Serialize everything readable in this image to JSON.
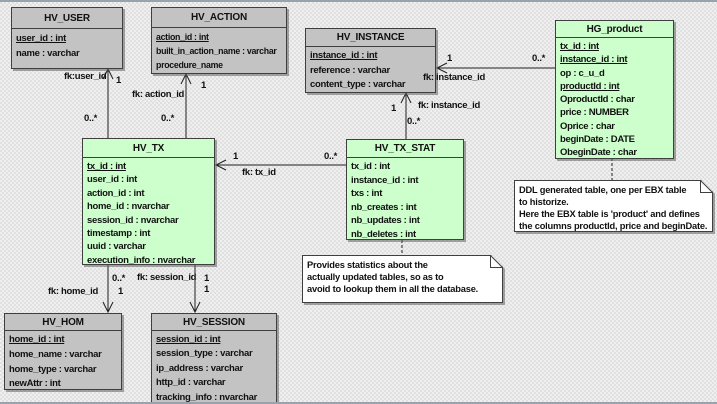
{
  "colors": {
    "table_gray": "#c3c3c3",
    "table_green": "#ccffcc",
    "note_bg": "#ffffff",
    "line": "#1f1f1f",
    "background": "#e0e0e0"
  },
  "tables": [
    {
      "name": "HV_USER",
      "fields": [
        {
          "text": "user_id : int",
          "pk": true
        },
        {
          "text": "name : varchar",
          "pk": false
        }
      ]
    },
    {
      "name": "HV_ACTION",
      "fields": [
        {
          "text": "action_id : int",
          "pk": true
        },
        {
          "text": "built_in_action_name : varchar",
          "pk": false
        },
        {
          "text": "procedure_name",
          "pk": false
        }
      ]
    },
    {
      "name": "HV_INSTANCE",
      "fields": [
        {
          "text": "instance_id : int",
          "pk": true
        },
        {
          "text": "reference : varchar",
          "pk": false
        },
        {
          "text": "content_type : varchar",
          "pk": false
        }
      ]
    },
    {
      "name": "HG_product",
      "fields": [
        {
          "text": "tx_id : int",
          "pk": true
        },
        {
          "text": "instance_id : int",
          "pk": true
        },
        {
          "text": "op : c_u_d",
          "pk": false
        },
        {
          "text": "productId : int",
          "pk": true
        },
        {
          "text": "OproductId : char",
          "pk": false
        },
        {
          "text": "price : NUMBER",
          "pk": false
        },
        {
          "text": "Oprice : char",
          "pk": false
        },
        {
          "text": "beginDate : DATE",
          "pk": false
        },
        {
          "text": "ObeginDate : char",
          "pk": false
        }
      ]
    },
    {
      "name": "HV_TX",
      "fields": [
        {
          "text": "tx_id : int",
          "pk": true
        },
        {
          "text": "user_id : int",
          "pk": false
        },
        {
          "text": "action_id : int",
          "pk": false
        },
        {
          "text": "home_id : nvarchar",
          "pk": false
        },
        {
          "text": "session_id : nvarchar",
          "pk": false
        },
        {
          "text": "timestamp : int",
          "pk": false
        },
        {
          "text": "uuid : varchar",
          "pk": false
        },
        {
          "text": "execution_info : nvarchar",
          "pk": false
        }
      ]
    },
    {
      "name": "HV_TX_STAT",
      "fields": [
        {
          "text": "tx_id : int",
          "pk": false
        },
        {
          "text": "instance_id : int",
          "pk": false
        },
        {
          "text": "txs : int",
          "pk": false
        },
        {
          "text": "nb_creates : int",
          "pk": false
        },
        {
          "text": "nb_updates : int",
          "pk": false
        },
        {
          "text": "nb_deletes : int",
          "pk": false
        }
      ]
    },
    {
      "name": "HV_HOM",
      "fields": [
        {
          "text": "home_id : int",
          "pk": true
        },
        {
          "text": "home_name : varchar",
          "pk": false
        },
        {
          "text": "home_type : varchar",
          "pk": false
        },
        {
          "text": "newAttr : int",
          "pk": false
        }
      ]
    },
    {
      "name": "HV_SESSION",
      "fields": [
        {
          "text": "session_id : int",
          "pk": true
        },
        {
          "text": "session_type : varchar",
          "pk": false
        },
        {
          "text": "ip_address : varchar",
          "pk": false
        },
        {
          "text": "http_id : varchar",
          "pk": false
        },
        {
          "text": "tracking_info : nvarchar",
          "pk": false
        }
      ]
    }
  ],
  "notes": [
    {
      "text": "Provides statistics about the\nactually updated tables, so as to\navoid to lookup them in all the database."
    },
    {
      "text": "DDL generated table, one per EBX table\nto historize.\nHere the EBX table is 'product' and defines\nthe columns productId, price and beginDate."
    }
  ],
  "edge_labels": {
    "tx_user": {
      "fk": "fk:user_id",
      "one": "1",
      "many": "0..*"
    },
    "tx_action": {
      "fk": "fk: action_id",
      "one": "1",
      "many": "0..*"
    },
    "stat_tx": {
      "fk": "fk: tx_id",
      "one": "1",
      "many": "0..*"
    },
    "stat_instance": {
      "fk": "fk: instance_id",
      "one": "1",
      "many": "0..*"
    },
    "product_instance": {
      "fk": "fk: instance_id",
      "one": "1",
      "many": "0..*"
    },
    "tx_home": {
      "fk": "fk: home_id",
      "one": "1",
      "many": "0..*"
    },
    "tx_session": {
      "fk": "fk: session_id",
      "one_top": "1",
      "one_bottom": "1"
    }
  }
}
